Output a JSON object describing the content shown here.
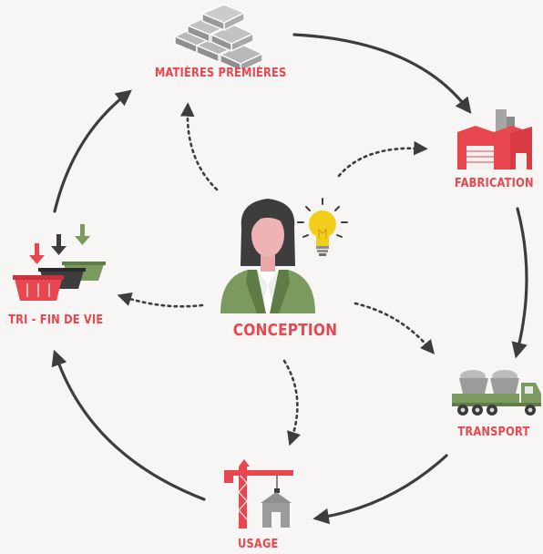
{
  "colors": {
    "background": "#f7f6f4",
    "label": "#e8474f",
    "arrow": "#3d3d3d",
    "green": "#7a9a5f",
    "red": "#e8474f",
    "gray": "#9b9b9b",
    "bulb": "#f2cf1d"
  },
  "center": {
    "label": "CONCEPTION",
    "icon": "woman-with-lightbulb-icon"
  },
  "stages": [
    {
      "key": "raw",
      "label": "MATIÈRES PREMIÈRES",
      "icon": "bricks-icon"
    },
    {
      "key": "fab",
      "label": "FABRICATION",
      "icon": "factory-icon"
    },
    {
      "key": "transport",
      "label": "TRANSPORT",
      "icon": "truck-icon"
    },
    {
      "key": "usage",
      "label": "USAGE",
      "icon": "crane-icon"
    },
    {
      "key": "sorting",
      "label": "TRI - FIN DE VIE",
      "icon": "skips-icon"
    }
  ]
}
